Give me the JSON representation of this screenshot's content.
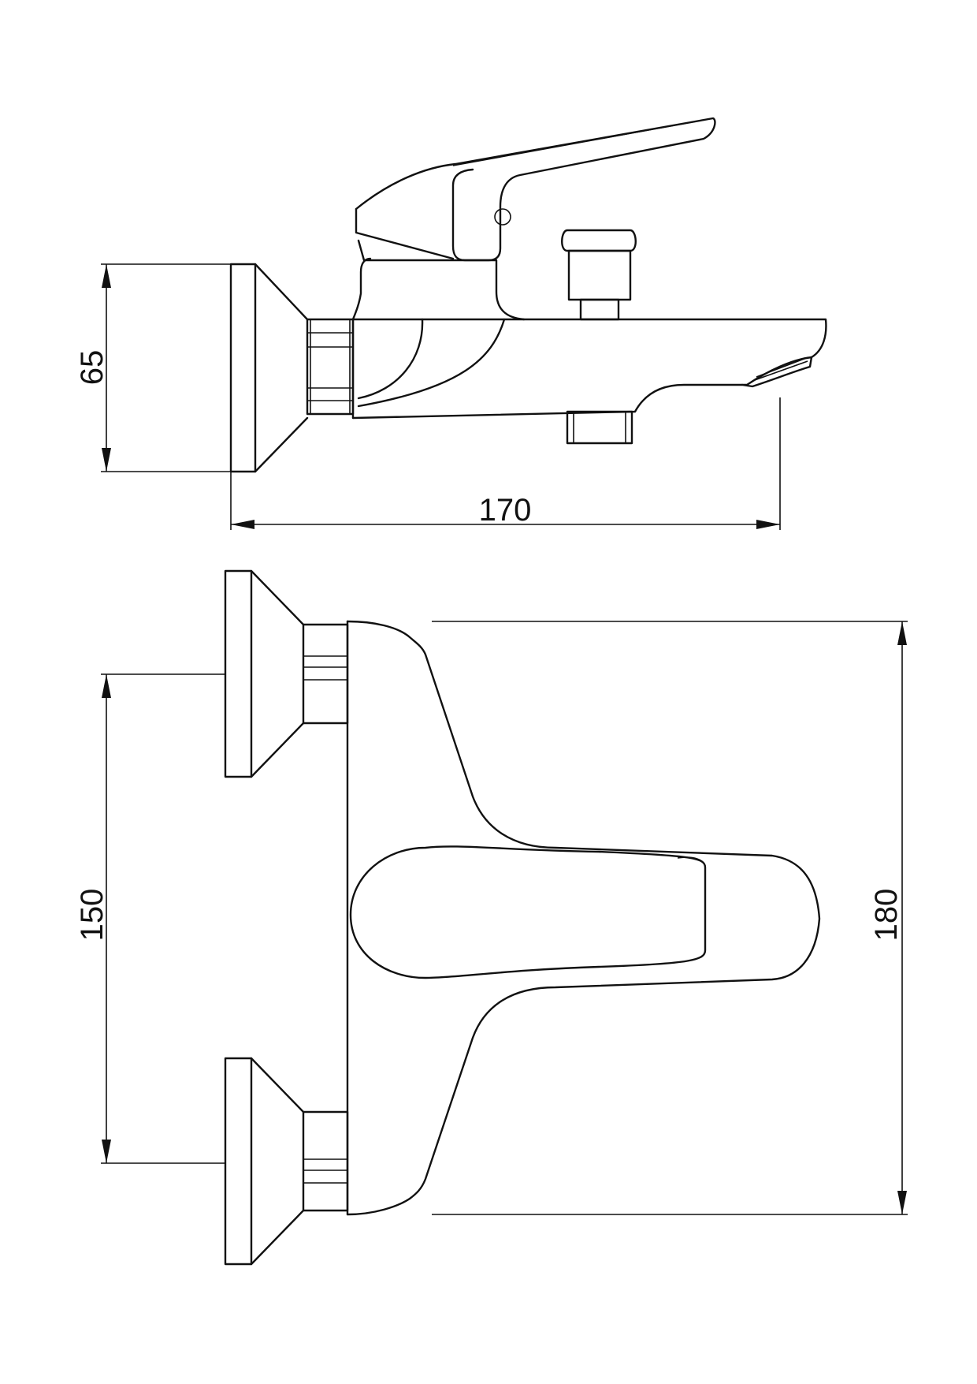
{
  "dimensions": {
    "side_height": "65",
    "side_length": "170",
    "top_spacing": "150",
    "top_width": "180"
  }
}
